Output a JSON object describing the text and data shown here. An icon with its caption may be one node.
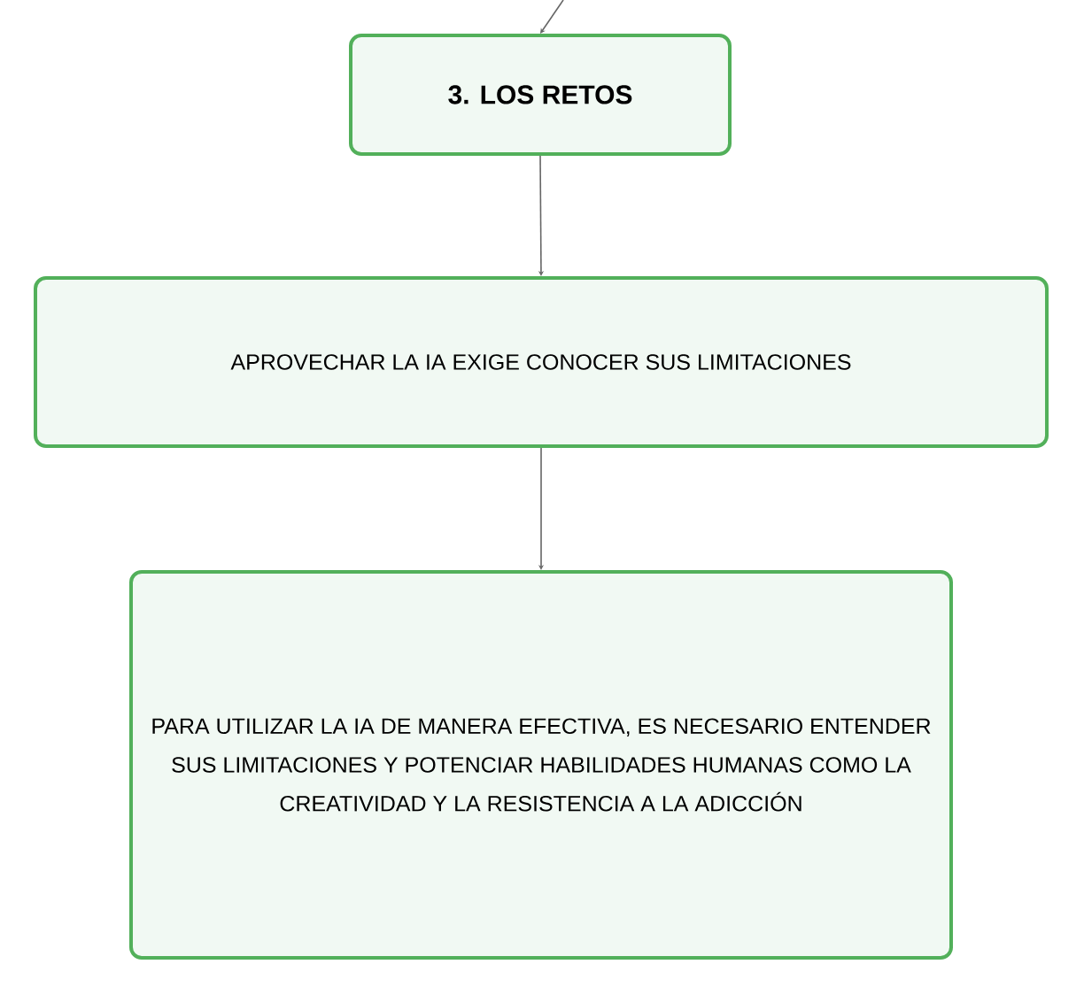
{
  "diagram": {
    "nodes": [
      {
        "text": [
          "3. LOS RETOS"
        ]
      },
      {
        "text": [
          "APROVECHAR LA IA EXIGE CONOCER SUS LIMITACIONES"
        ]
      },
      {
        "text": [
          "PARA UTILIZAR LA IA DE MANERA EFECTIVA, ES NECESARIO ENTENDER SUS LIMITACIONES Y POTENCIAR HABILIDADES HUMANAS COMO LA CREATIVIDAD Y LA RESISTENCIA A LA ADICCIÓN"
        ]
      }
    ],
    "edges": [
      {
        "from": null,
        "to": 0,
        "arrow": "to"
      },
      {
        "from": 0,
        "to": 1,
        "arrow": "to"
      },
      {
        "from": 1,
        "to": 2,
        "arrow": "to"
      }
    ]
  }
}
